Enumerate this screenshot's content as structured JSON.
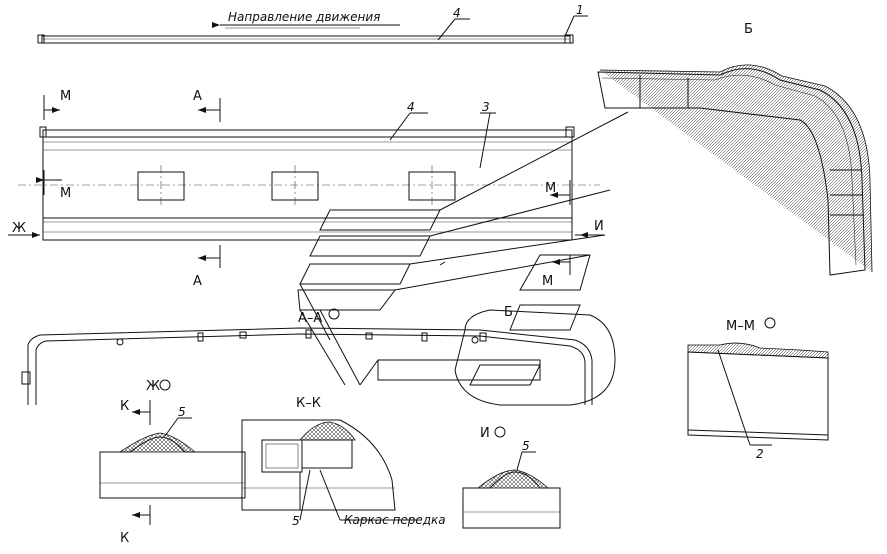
{
  "labels": {
    "direction": "Направление движения",
    "pos1": "1",
    "pos2": "2",
    "pos3": "3",
    "pos4": "4",
    "pos5": "5",
    "view_b": "Б",
    "cut_m": "М",
    "cut_a": "А",
    "cut_zh": "Ж",
    "cut_i": "И",
    "cut_k": "К",
    "section_aa": "А–А",
    "section_mm": "М–М",
    "section_kk": "К–К",
    "frame_label": "Каркас передка"
  }
}
